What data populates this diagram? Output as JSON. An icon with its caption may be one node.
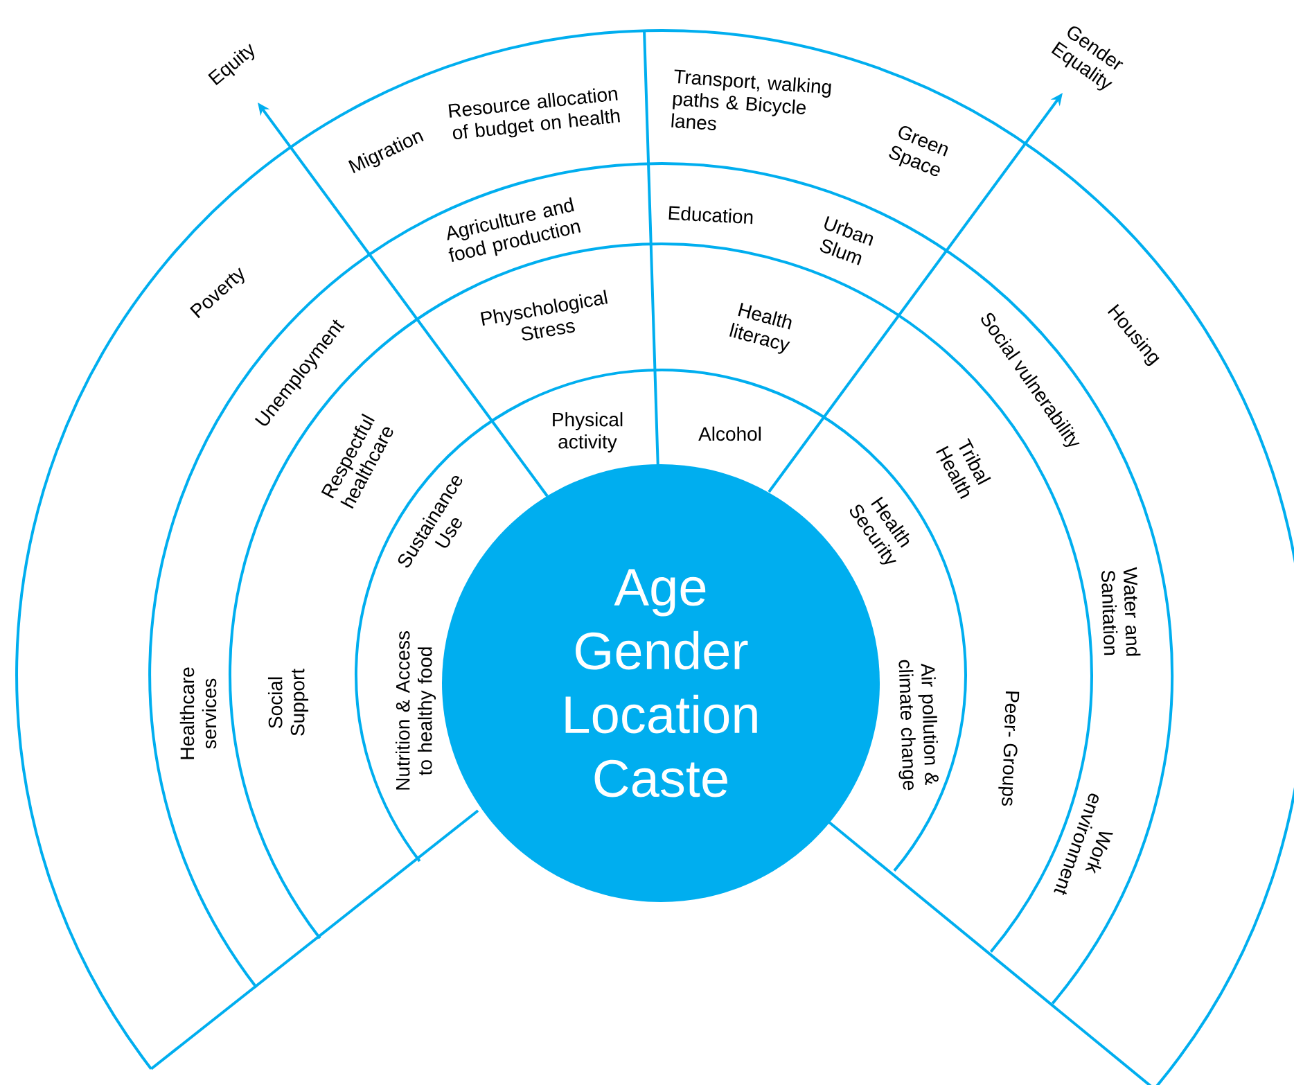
{
  "diagram": {
    "nodes": [
      {
        "text": [
          "Age Gender Location Caste"
        ]
      }
    ],
    "labels": [
      "Equity",
      "Gender Equality",
      "Resource allocation of budget on health",
      "Transport, walking paths & Bicycle lanes",
      "Migration",
      "Green Space",
      "Agriculture and food production",
      "Education",
      "Urban Slum",
      "Poverty",
      "Housing",
      "Physchological Stress",
      "Health literacy",
      "Social vulnerability",
      "Unemployment",
      "Physical activity",
      "Alcohol",
      "Tribal Health",
      "Respectful healthcare",
      "Health Security",
      "Sustainance Use",
      "Water and Sanitation",
      "Nutrition & Access to healthy food",
      "Social Support",
      "Healthcare services",
      "Air pollution & climate change",
      "Peer- Groups",
      "Work environment"
    ]
  }
}
